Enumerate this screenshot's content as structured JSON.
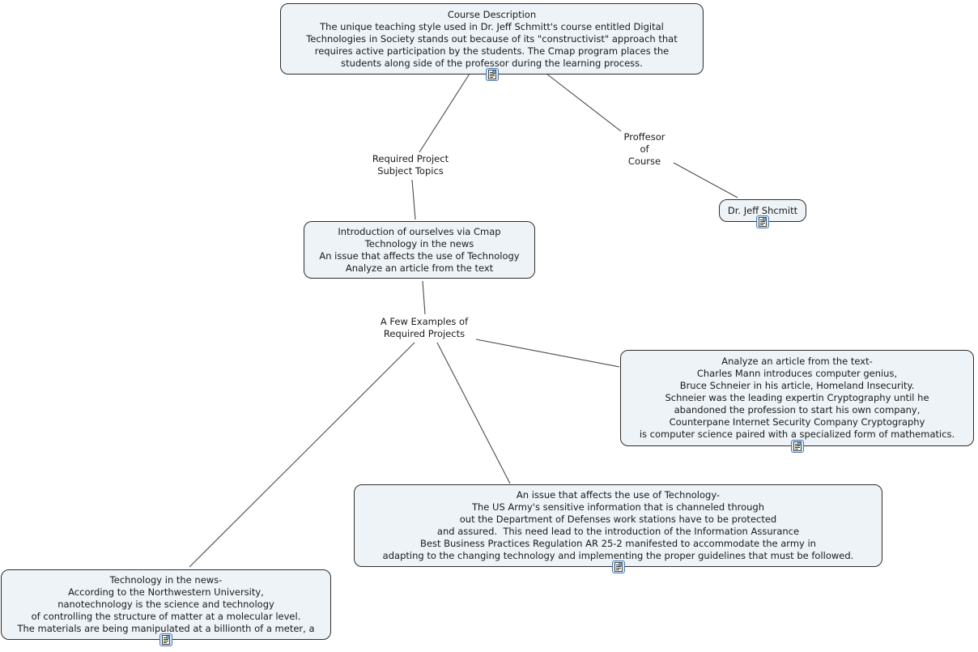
{
  "app": {
    "type": "concept-map",
    "background": "#ffffff"
  },
  "style": {
    "node_fill": "#edf3f7",
    "node_border": "#2e2e2e",
    "text_color": "#1a1a1a",
    "edge_color": "#4a4a4a",
    "icon_border_color": "#4a7ab5",
    "icon_fill": "#dde9f8"
  },
  "nodes": {
    "course_description": {
      "text": "Course Description\nThe unique teaching style used in Dr. Jeff Schmitt's course entitled Digital\nTechnologies in Society stands out because of its \"constructivist\" approach that\nrequires active participation by the students. The Cmap program places the\nstudents along side of the professor during the learning process."
    },
    "dr_jeff": {
      "text": "Dr. Jeff Shcmitt"
    },
    "introduction": {
      "text": "Introduction of ourselves via Cmap\nTechnology in the news\nAn issue that affects the use of Technology\nAnalyze an article from the text"
    },
    "analyze_article": {
      "text": "Analyze an article from the text-\nCharles Mann introduces computer genius,\nBruce Schneier in his article, Homeland Insecurity.\nSchneier was the leading expertin Cryptography until he\nabandoned the profession to start his own company,\nCounterpane Internet Security Company Cryptography\nis computer science paired with a specialized form of mathematics."
    },
    "issue_technology": {
      "text": "An issue that affects the use of Technology-\nThe US Army's sensitive information that is channeled through\nout the Department of Defenses work stations have to be protected\nand assured.  This need lead to the introduction of the Information Assurance\nBest Business Practices Regulation AR 25-2 manifested to accommodate the army in\nadapting to the changing technology and implementing the proper guidelines that must be followed."
    },
    "technology_news": {
      "text": "Technology in the news-\nAccording to the Northwestern University,\nnanotechnology is the science and technology\nof controlling the structure of matter at a molecular level.\nThe materials are being manipulated at a billionth of a meter, a"
    }
  },
  "linking_phrases": {
    "required_project_topics": {
      "text": "Required Project\nSubject Topics"
    },
    "professor_of_course": {
      "text": "Proffesor\nof\nCourse"
    },
    "few_examples": {
      "text": "A Few Examples of\nRequired Projects"
    }
  },
  "icons": {
    "resource_icon_name": "document-resource-icon"
  }
}
